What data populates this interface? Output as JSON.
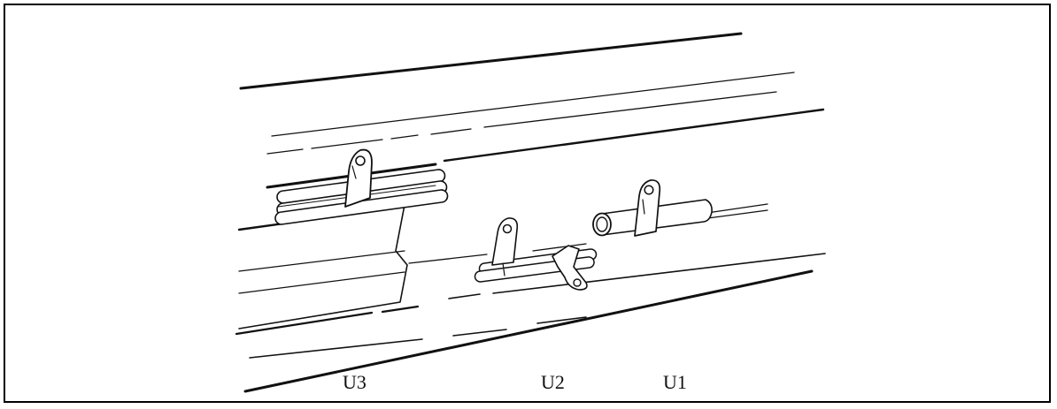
{
  "labels": {
    "u3": "U3",
    "u2": "U2",
    "u1": "U1"
  },
  "colors": {
    "ink": "#111111",
    "paper": "#ffffff",
    "shade": "#9a9a9a"
  }
}
